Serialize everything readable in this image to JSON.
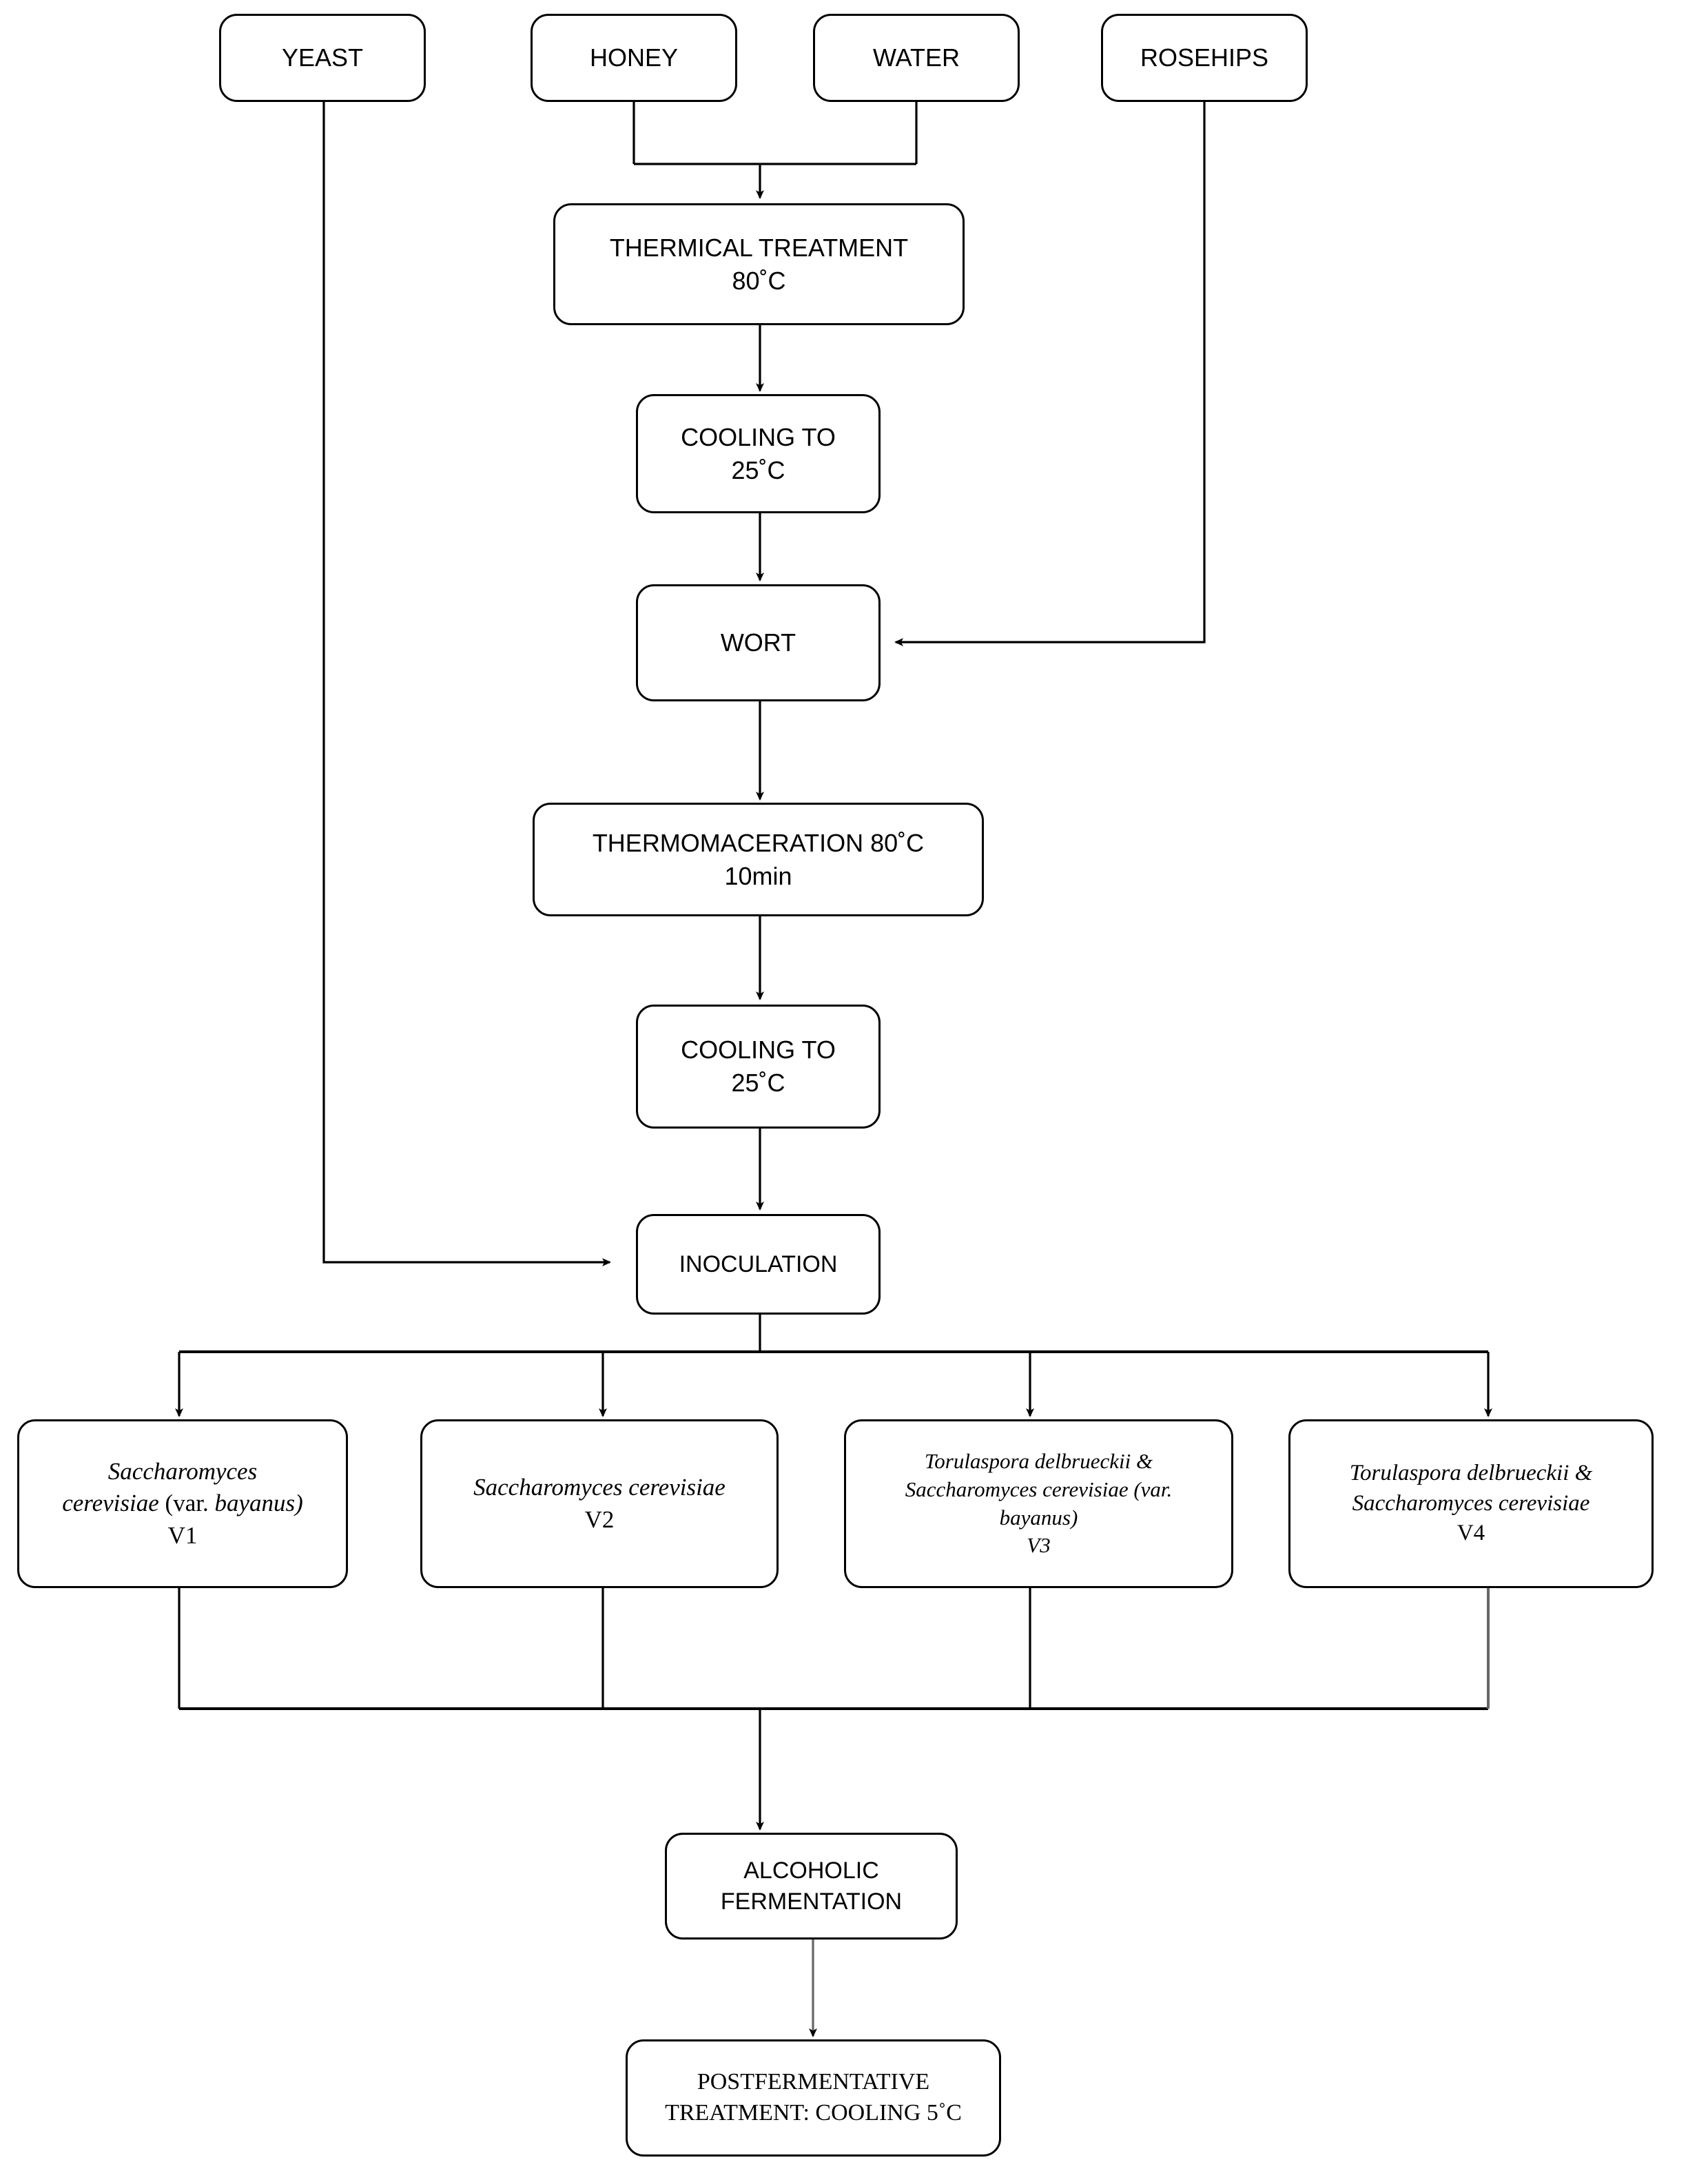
{
  "diagram": {
    "title": "Mead production process flowchart",
    "type": "process-flowchart",
    "line_color": "#000000",
    "accent_line_color": "#666666",
    "box_fill": "#ffffff",
    "box_border": "#000000"
  },
  "nodes": {
    "yeast": {
      "label": "YEAST"
    },
    "honey": {
      "label": "HONEY"
    },
    "water": {
      "label": "WATER"
    },
    "rosehips": {
      "label": "ROSEHIPS"
    },
    "thermical": {
      "line1": "THERMICAL TREATMENT",
      "line2": "80˚C"
    },
    "cooling1": {
      "line1": "COOLING TO",
      "line2": "25˚C"
    },
    "wort": {
      "label": "WORT"
    },
    "thermomaceration": {
      "line1": "THERMOMACERATION 80˚C",
      "line2": "10min"
    },
    "cooling2": {
      "line1": "COOLING TO",
      "line2": "25˚C"
    },
    "inoculation": {
      "label": "INOCULATION"
    },
    "v1": {
      "species_line1": "Saccharomyces",
      "species_line2a": "cerevisiae ",
      "species_line2b": "(var. ",
      "species_line2c": "bayanus)",
      "code": "V1"
    },
    "v2": {
      "species_line1": "Saccharomyces cerevisiae",
      "code": "V2"
    },
    "v3": {
      "species_line1": "Torulaspora delbrueckii &",
      "species_line2": "Saccharomyces cerevisiae (var.",
      "species_line3": "bayanus)",
      "code": "V3"
    },
    "v4": {
      "species_line1": "Torulaspora delbrueckii &",
      "species_line2": "Saccharomyces cerevisiae",
      "code": "V4"
    },
    "alcoholic": {
      "line1": "ALCOHOLIC",
      "line2": "FERMENTATION"
    },
    "postferment": {
      "line1": "POSTFERMENTATIVE",
      "line2": "TREATMENT: COOLING 5˚C"
    }
  },
  "flow": {
    "edges": [
      {
        "from": "honey",
        "to": "thermical",
        "style": "elbow-merge"
      },
      {
        "from": "water",
        "to": "thermical",
        "style": "elbow-merge"
      },
      {
        "from": "thermical",
        "to": "cooling1",
        "style": "straight"
      },
      {
        "from": "cooling1",
        "to": "wort",
        "style": "straight"
      },
      {
        "from": "rosehips",
        "to": "wort",
        "style": "elbow-right-in"
      },
      {
        "from": "wort",
        "to": "thermomaceration",
        "style": "straight"
      },
      {
        "from": "thermomaceration",
        "to": "cooling2",
        "style": "straight"
      },
      {
        "from": "cooling2",
        "to": "inoculation",
        "style": "straight"
      },
      {
        "from": "yeast",
        "to": "inoculation",
        "style": "elbow-left-in"
      },
      {
        "from": "inoculation",
        "to": "v1",
        "style": "split-bus"
      },
      {
        "from": "inoculation",
        "to": "v2",
        "style": "split-bus"
      },
      {
        "from": "inoculation",
        "to": "v3",
        "style": "split-bus"
      },
      {
        "from": "inoculation",
        "to": "v4",
        "style": "split-bus"
      },
      {
        "from": "v1",
        "to": "alcoholic",
        "style": "merge-bus"
      },
      {
        "from": "v2",
        "to": "alcoholic",
        "style": "merge-bus"
      },
      {
        "from": "v3",
        "to": "alcoholic",
        "style": "merge-bus"
      },
      {
        "from": "v4",
        "to": "alcoholic",
        "style": "merge-bus"
      },
      {
        "from": "alcoholic",
        "to": "postferment",
        "style": "straight"
      }
    ]
  }
}
